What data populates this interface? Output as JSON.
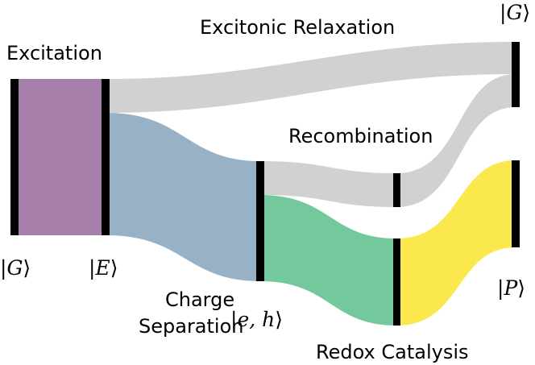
{
  "labels": {
    "excitation": "Excitation",
    "excitonic_relaxation": "Excitonic Relaxation",
    "recombination": "Recombination",
    "charge_separation_line1": "Charge",
    "charge_separation_line2": "Separation",
    "redox_catalysis": "Redox Catalysis"
  },
  "states": {
    "ground_left": {
      "open": "|",
      "symbol": "G",
      "close": "⟩"
    },
    "excited": {
      "open": "|",
      "symbol": "E",
      "close": "⟩"
    },
    "electron_hole": {
      "open": "|",
      "symbol": "e, h",
      "close": "⟩"
    },
    "ground_right": {
      "open": "|",
      "symbol": "G",
      "close": "⟩"
    },
    "product": {
      "open": "|",
      "symbol": "P",
      "close": "⟩"
    }
  },
  "colors": {
    "excitation": "#a67fab",
    "charge_separation": "#97b2c7",
    "relaxation": "#d1d1d1",
    "recombination": "#d1d1d1",
    "catalysis_green": "#74c99c",
    "catalysis_yellow": "#fbe84c",
    "node": "#000000"
  }
}
